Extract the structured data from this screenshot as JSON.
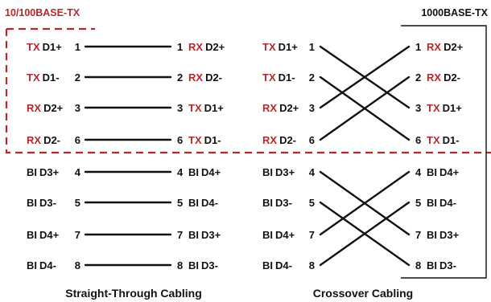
{
  "colors": {
    "accent": "#b5282c",
    "ink": "#111111"
  },
  "titles": {
    "left": "10/100BASE-TX",
    "right": "1000BASE-TX"
  },
  "captions": {
    "straight": "Straight-Through Cabling",
    "crossover": "Crossover Cabling"
  },
  "straight": {
    "rows": [
      {
        "lpre": "TX",
        "lsig": "D1+",
        "lpin": "1",
        "rpin": "1",
        "rpre": "RX",
        "rsig": "D2+"
      },
      {
        "lpre": "TX",
        "lsig": "D1-",
        "lpin": "2",
        "rpin": "2",
        "rpre": "RX",
        "rsig": "D2-"
      },
      {
        "lpre": "RX",
        "lsig": "D2+",
        "lpin": "3",
        "rpin": "3",
        "rpre": "TX",
        "rsig": "D1+"
      },
      {
        "lpre": "RX",
        "lsig": "D2-",
        "lpin": "6",
        "rpin": "6",
        "rpre": "TX",
        "rsig": "D1-"
      },
      {
        "lpre": "BI",
        "lsig": "D3+",
        "lpin": "4",
        "rpin": "4",
        "rpre": "BI",
        "rsig": "D4+"
      },
      {
        "lpre": "BI",
        "lsig": "D3-",
        "lpin": "5",
        "rpin": "5",
        "rpre": "BI",
        "rsig": "D4-"
      },
      {
        "lpre": "BI",
        "lsig": "D4+",
        "lpin": "7",
        "rpin": "7",
        "rpre": "BI",
        "rsig": "D3+"
      },
      {
        "lpre": "BI",
        "lsig": "D4-",
        "lpin": "8",
        "rpin": "8",
        "rpre": "BI",
        "rsig": "D3-"
      }
    ],
    "wires": [
      [
        0,
        0
      ],
      [
        1,
        1
      ],
      [
        2,
        2
      ],
      [
        3,
        3
      ],
      [
        4,
        4
      ],
      [
        5,
        5
      ],
      [
        6,
        6
      ],
      [
        7,
        7
      ]
    ]
  },
  "crossover": {
    "rows": [
      {
        "lpre": "TX",
        "lsig": "D1+",
        "lpin": "1",
        "rpin": "1",
        "rpre": "RX",
        "rsig": "D2+"
      },
      {
        "lpre": "TX",
        "lsig": "D1-",
        "lpin": "2",
        "rpin": "2",
        "rpre": "RX",
        "rsig": "D2-"
      },
      {
        "lpre": "RX",
        "lsig": "D2+",
        "lpin": "3",
        "rpin": "3",
        "rpre": "TX",
        "rsig": "D1+"
      },
      {
        "lpre": "RX",
        "lsig": "D2-",
        "lpin": "6",
        "rpin": "6",
        "rpre": "TX",
        "rsig": "D1-"
      },
      {
        "lpre": "BI",
        "lsig": "D3+",
        "lpin": "4",
        "rpin": "4",
        "rpre": "BI",
        "rsig": "D4+"
      },
      {
        "lpre": "BI",
        "lsig": "D3-",
        "lpin": "5",
        "rpin": "5",
        "rpre": "BI",
        "rsig": "D4-"
      },
      {
        "lpre": "BI",
        "lsig": "D4+",
        "lpin": "7",
        "rpin": "7",
        "rpre": "BI",
        "rsig": "D3+"
      },
      {
        "lpre": "BI",
        "lsig": "D4-",
        "lpin": "8",
        "rpin": "8",
        "rpre": "BI",
        "rsig": "D3-"
      }
    ],
    "wires": [
      [
        0,
        2
      ],
      [
        1,
        3
      ],
      [
        2,
        0
      ],
      [
        3,
        1
      ],
      [
        4,
        6
      ],
      [
        5,
        7
      ],
      [
        6,
        4
      ],
      [
        7,
        5
      ]
    ]
  }
}
